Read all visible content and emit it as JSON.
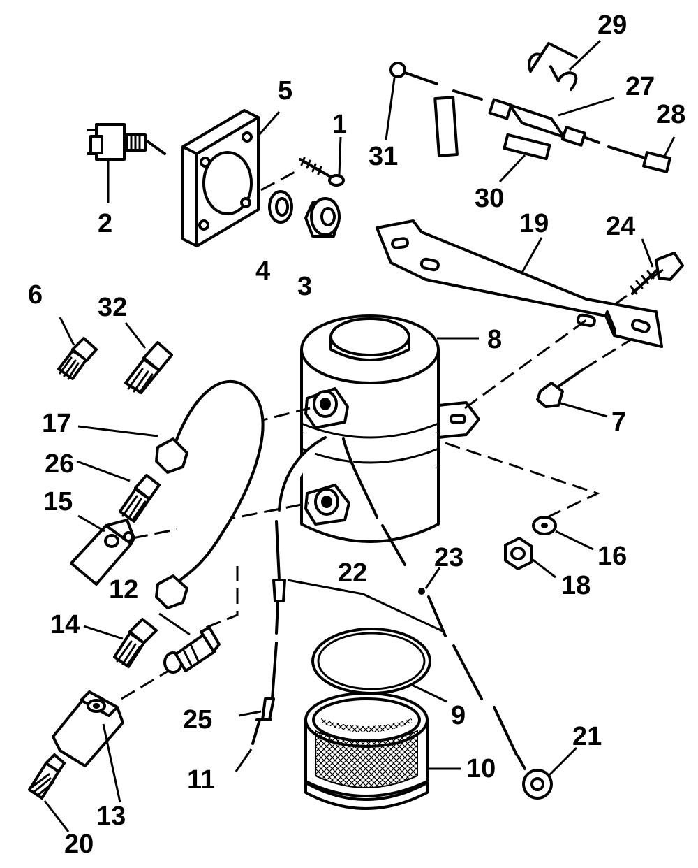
{
  "diagram": {
    "colors": {
      "ink": "#000000",
      "paper": "#ffffff"
    },
    "callouts": [
      {
        "id": "c1",
        "label": "1"
      },
      {
        "id": "c2",
        "label": "2"
      },
      {
        "id": "c3",
        "label": "3"
      },
      {
        "id": "c4",
        "label": "4"
      },
      {
        "id": "c5",
        "label": "5"
      },
      {
        "id": "c6",
        "label": "6"
      },
      {
        "id": "c7",
        "label": "7"
      },
      {
        "id": "c8",
        "label": "8"
      },
      {
        "id": "c9",
        "label": "9"
      },
      {
        "id": "c10",
        "label": "10"
      },
      {
        "id": "c11",
        "label": "11"
      },
      {
        "id": "c12",
        "label": "12"
      },
      {
        "id": "c13",
        "label": "13"
      },
      {
        "id": "c14",
        "label": "14"
      },
      {
        "id": "c15",
        "label": "15"
      },
      {
        "id": "c16",
        "label": "16"
      },
      {
        "id": "c17",
        "label": "17"
      },
      {
        "id": "c18",
        "label": "18"
      },
      {
        "id": "c19",
        "label": "19"
      },
      {
        "id": "c20",
        "label": "20"
      },
      {
        "id": "c21",
        "label": "21"
      },
      {
        "id": "c22",
        "label": "22"
      },
      {
        "id": "c23",
        "label": "23"
      },
      {
        "id": "c24",
        "label": "24"
      },
      {
        "id": "c25",
        "label": "25"
      },
      {
        "id": "c26",
        "label": "26"
      },
      {
        "id": "c27",
        "label": "27"
      },
      {
        "id": "c28",
        "label": "28"
      },
      {
        "id": "c29",
        "label": "29"
      },
      {
        "id": "c30",
        "label": "30"
      },
      {
        "id": "c31",
        "label": "31"
      },
      {
        "id": "c32",
        "label": "32"
      }
    ]
  }
}
